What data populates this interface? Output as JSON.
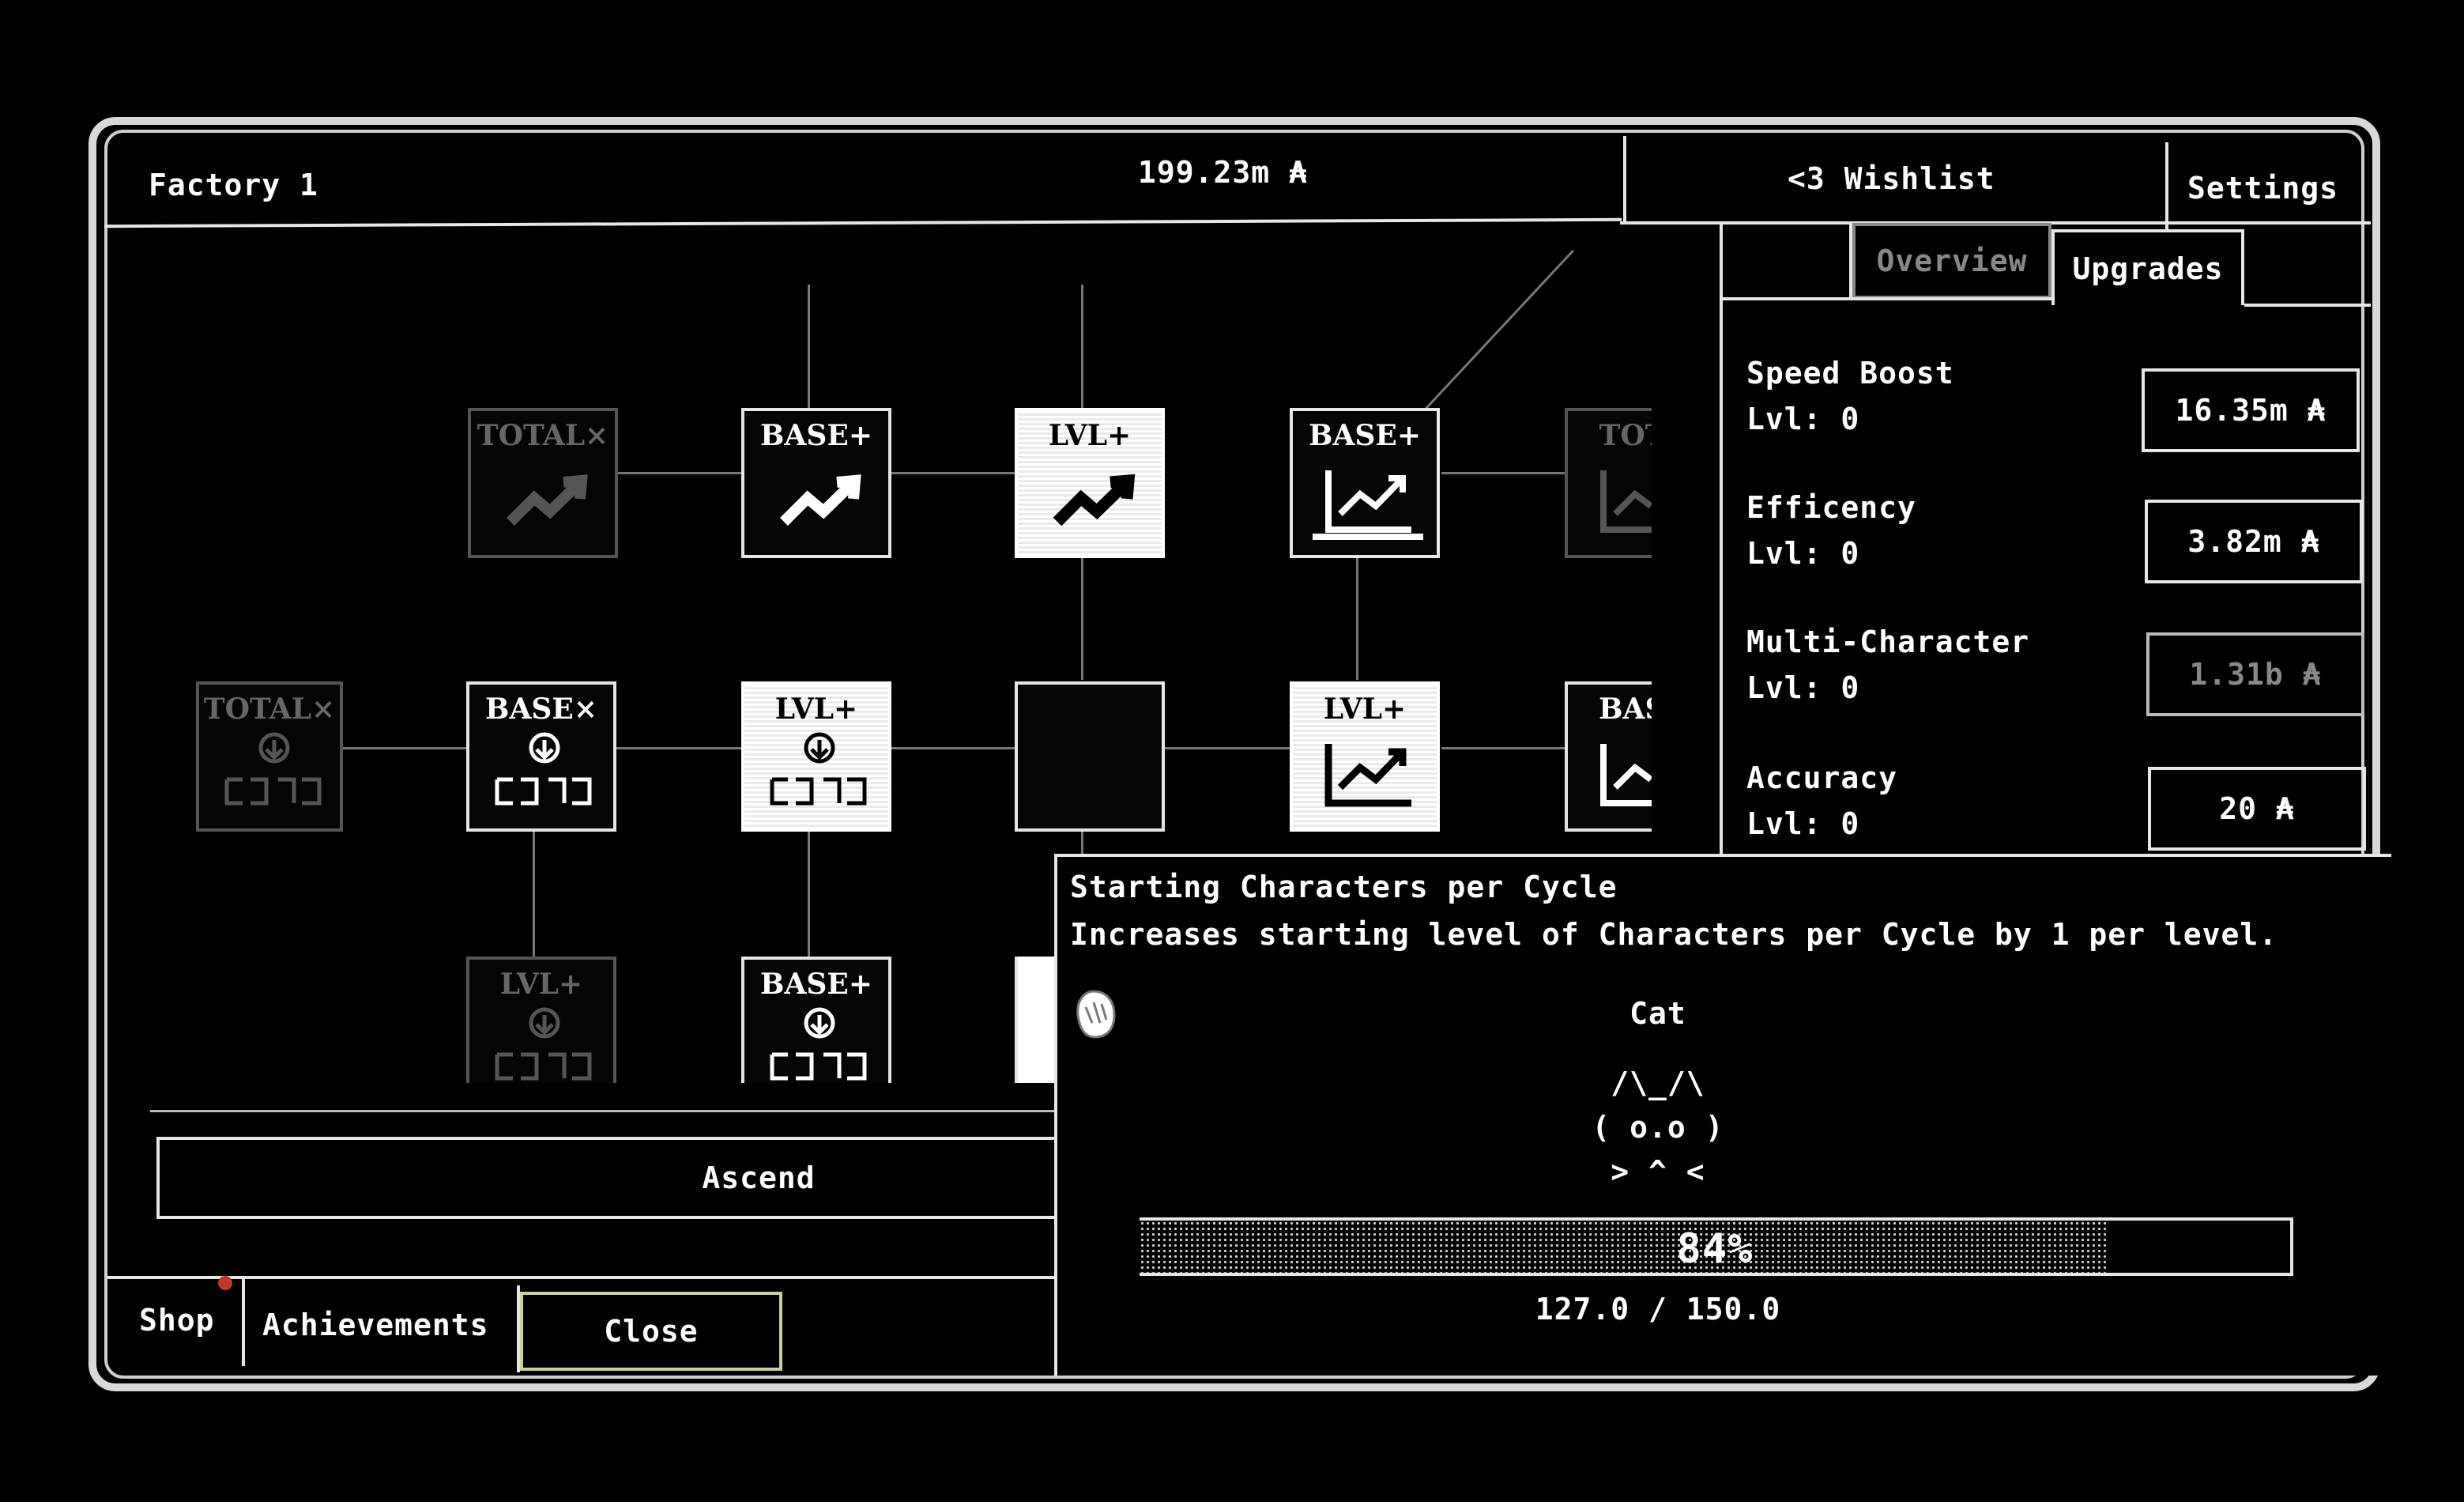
{
  "header": {
    "factory_label": "Factory 1",
    "currency_display": "199.23m ₳",
    "wishlist_label": "<3 Wishlist",
    "settings_label": "Settings"
  },
  "tabs": {
    "overview_label": "Overview",
    "upgrades_label": "Upgrades"
  },
  "upgrades": [
    {
      "name": "Speed Boost",
      "level": "Lvl: 0",
      "price": "16.35m ₳",
      "affordable": true
    },
    {
      "name": "Efficency",
      "level": "Lvl: 0",
      "price": "3.82m ₳",
      "affordable": true
    },
    {
      "name": "Multi-Character",
      "level": "Lvl: 0",
      "price": "1.31b ₳",
      "affordable": false
    },
    {
      "name": "Accuracy",
      "level": "Lvl: 0",
      "price": "20 ₳",
      "affordable": true
    }
  ],
  "tree": {
    "tiles": [
      {
        "label": "TOTAL×",
        "icon": "trend-arrow-icon",
        "state": "dim"
      },
      {
        "label": "BASE+",
        "icon": "trend-arrow-icon",
        "state": "normal"
      },
      {
        "label": "LVL+",
        "icon": "trend-arrow-icon",
        "state": "lit"
      },
      {
        "label": "BASE+",
        "icon": "chart-icon",
        "state": "normal"
      },
      {
        "label": "TOTA",
        "icon": "chart-icon",
        "state": "dim"
      },
      {
        "label": "TOTAL×",
        "icon": "download-icon",
        "state": "dim"
      },
      {
        "label": "BASE×",
        "icon": "download-icon",
        "state": "normal"
      },
      {
        "label": "LVL+",
        "icon": "download-icon",
        "state": "lit"
      },
      {
        "label": "",
        "icon": "",
        "state": "empty"
      },
      {
        "label": "LVL+",
        "icon": "chart-icon",
        "state": "lit"
      },
      {
        "label": "BASE",
        "icon": "chart-icon",
        "state": "normal"
      },
      {
        "label": "LVL+",
        "icon": "download-icon",
        "state": "dim"
      },
      {
        "label": "BASE+",
        "icon": "download-icon",
        "state": "normal"
      }
    ]
  },
  "ascend_label": "Ascend",
  "bottom_nav": {
    "shop_label": "Shop",
    "achievements_label": "Achievements",
    "close_label": "Close"
  },
  "tooltip": {
    "title": "Starting Characters per Cycle",
    "description": "Increases starting level of Characters per Cycle by 1 per level.",
    "character_name": "Cat",
    "art_line1": "/\\_/\\",
    "art_line2": "( o.o )",
    "art_line3": "> ^ <",
    "progress_percent_label": "84%",
    "progress_fraction": 0.84,
    "progress_value_label": "127.0 / 150.0"
  },
  "colors": {
    "background": "#000000",
    "foreground": "#ffffff",
    "dim": "#666666",
    "notification_dot": "#c0392b"
  }
}
